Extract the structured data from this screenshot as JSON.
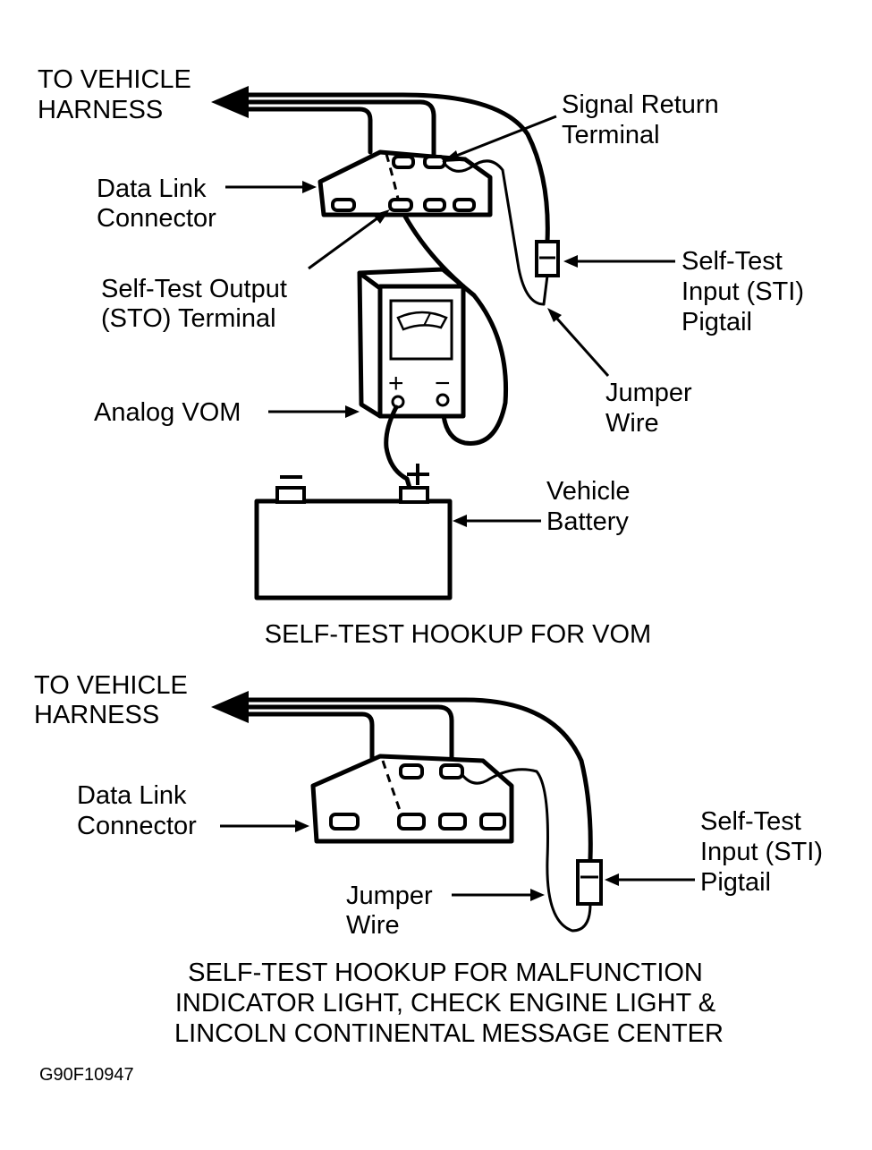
{
  "diagram_top": {
    "harness_label": [
      "TO VEHICLE",
      "HARNESS"
    ],
    "signal_return_label": [
      "Signal Return",
      "Terminal"
    ],
    "dlc_label": [
      "Data Link",
      "Connector"
    ],
    "sto_label": [
      "Self-Test Output",
      "(STO) Terminal"
    ],
    "sti_label": [
      "Self-Test",
      "Input (STI)",
      "Pigtail"
    ],
    "jumper_label": [
      "Jumper",
      "Wire"
    ],
    "vom_label": "Analog VOM",
    "battery_label": [
      "Vehicle",
      "Battery"
    ],
    "plus_sign": "+",
    "minus_sign": "−",
    "caption": "SELF-TEST HOOKUP FOR VOM"
  },
  "diagram_bottom": {
    "harness_label": [
      "TO VEHICLE",
      "HARNESS"
    ],
    "dlc_label": [
      "Data Link",
      "Connector"
    ],
    "sti_label": [
      "Self-Test",
      "Input (STI)",
      "Pigtail"
    ],
    "jumper_label": [
      "Jumper",
      "Wire"
    ],
    "caption": [
      "SELF-TEST HOOKUP FOR MALFUNCTION",
      "INDICATOR LIGHT, CHECK ENGINE LIGHT &",
      "LINCOLN CONTINENTAL MESSAGE CENTER"
    ]
  },
  "figure_code": "G90F10947"
}
